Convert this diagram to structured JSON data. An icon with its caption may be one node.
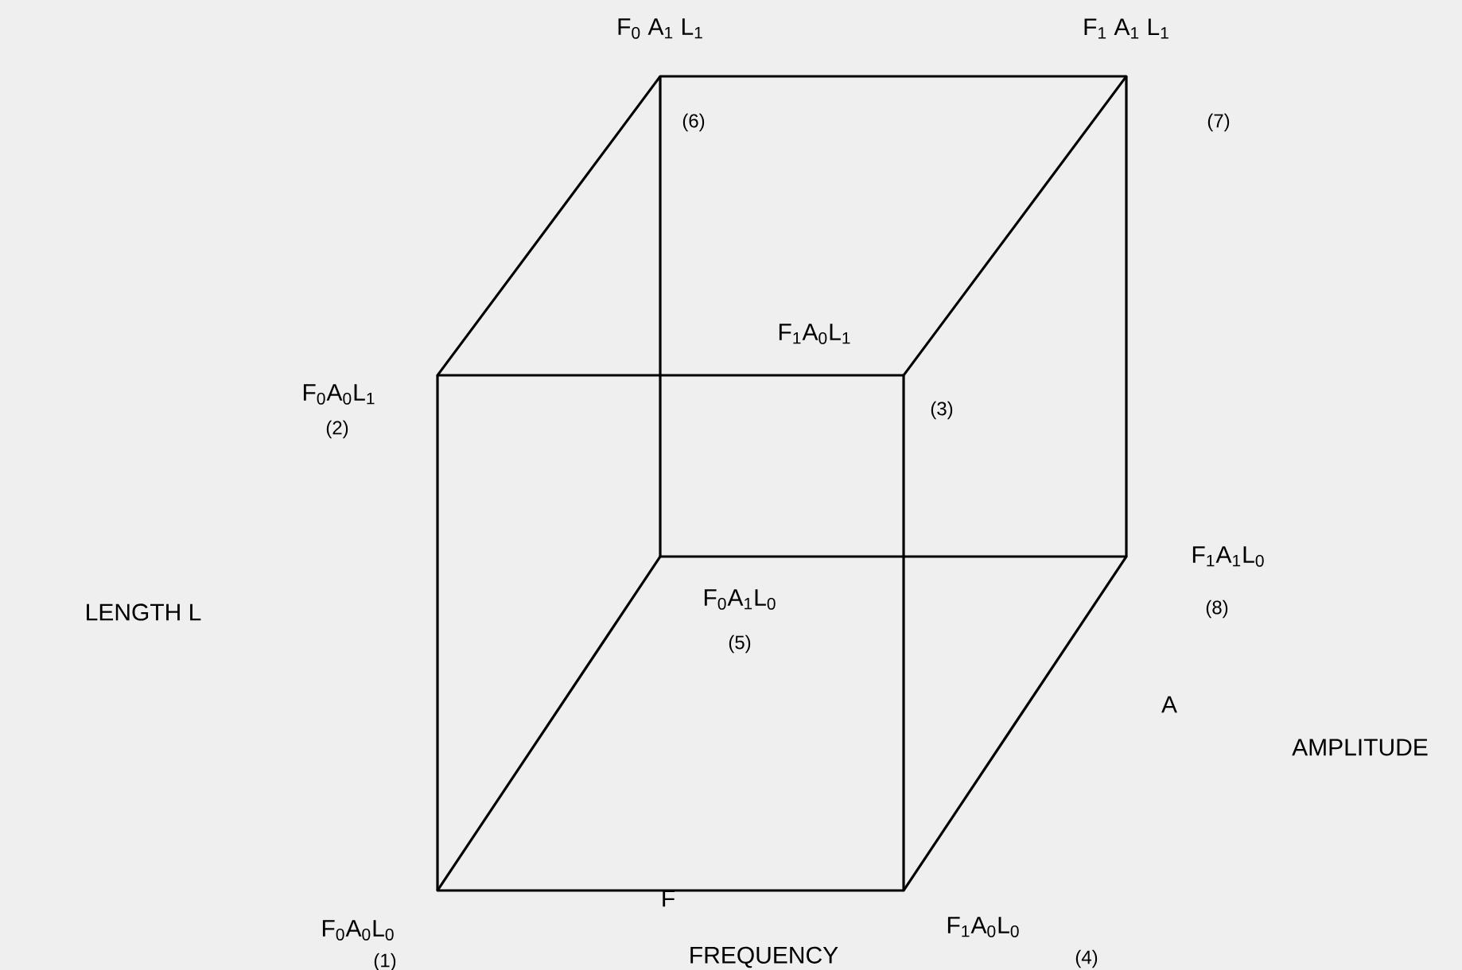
{
  "diagram": {
    "nodes": [
      {
        "text": [
          "F$_{0}$A$_{0}$L$_{0}$"
        ],
        "beside": [
          "(1)"
        ]
      },
      {
        "text": [
          "F$_{0}$A$_{0}$L$_{1}$"
        ],
        "beside": [
          "(2)"
        ]
      },
      {
        "text": [
          "F$_{1}$A$_{0}$L$_{1}$"
        ],
        "beside": [
          "(3)"
        ]
      },
      {
        "text": [
          "F$_{1}$A$_{0}$L$_{0}$"
        ],
        "beside": [
          "(4)"
        ]
      },
      {
        "text": [
          "F$_{0}$A$_{1}$L$_{0}$"
        ],
        "beside": [
          "(5)"
        ]
      },
      {
        "text": [
          "F$_{0}$ A$_{1}$ L$_{1}$"
        ],
        "beside": [
          "(6)"
        ]
      },
      {
        "text": [
          "F$_{1}$ A$_{1}$ L$_{1}$"
        ],
        "beside": [
          "(7)"
        ]
      },
      {
        "text": [
          "F$_{1}$A$_{1}$L$_{0}$"
        ],
        "beside": [
          "(8)"
        ]
      }
    ],
    "edges": [
      {
        "from": 0,
        "to": 1,
        "arrow": "none"
      },
      {
        "from": 1,
        "to": 2,
        "arrow": "none"
      },
      {
        "from": 2,
        "to": 3,
        "arrow": "none"
      },
      {
        "from": 3,
        "to": 0,
        "arrow": "none"
      },
      {
        "from": 4,
        "to": 5,
        "arrow": "none"
      },
      {
        "from": 5,
        "to": 6,
        "arrow": "none"
      },
      {
        "from": 6,
        "to": 7,
        "arrow": "none"
      },
      {
        "from": 7,
        "to": 4,
        "arrow": "none"
      },
      {
        "from": 0,
        "to": 4,
        "arrow": "none"
      },
      {
        "from": 1,
        "to": 5,
        "arrow": "none"
      },
      {
        "from": 2,
        "to": 6,
        "arrow": "none"
      },
      {
        "from": 3,
        "to": 7,
        "arrow": "none"
      }
    ],
    "labels": [
      "LENGTH L",
      "F",
      "FREQUENCY",
      "A",
      "AMPLITUDE"
    ]
  }
}
